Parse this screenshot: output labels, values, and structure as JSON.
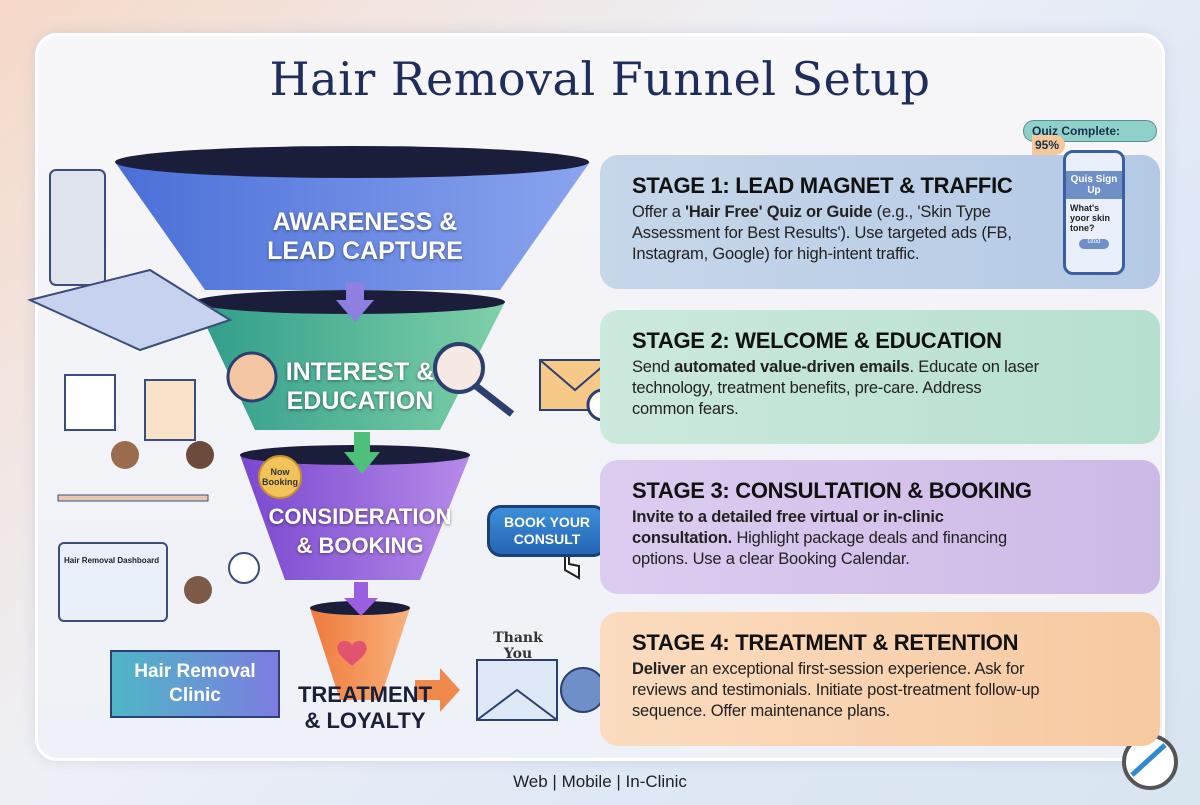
{
  "title": "Hair Removal Funnel Setup",
  "quiz_badge": {
    "label": "Quiz Complete:",
    "value": "95%"
  },
  "phone": {
    "header": "Quis Sign Up",
    "question": "What's yoor skin tone?",
    "button": "Gtod"
  },
  "funnel": [
    {
      "line1": "AWARENESS &",
      "line2": "LEAD CAPTURE",
      "color": "#5b7fe0"
    },
    {
      "line1": "INTEREST &",
      "line2": "EDUCATION",
      "color": "#3fae93"
    },
    {
      "line1": "CONSIDERATION",
      "line2": "& BOOKING",
      "color": "#8a5ad6"
    },
    {
      "line1": "TREATMENT",
      "line2": "& LOYALTY",
      "color": "#f08a4c"
    }
  ],
  "now_booking": "Now Booking",
  "consult_button": "BOOK YOUR CONSULT",
  "thank_you": "Thank You",
  "dashboard_title": "Hair Removal Dashboard",
  "clinic_sign": "Hair Removal Clinic",
  "stages": [
    {
      "title": "STAGE 1: LEAD MAGNET & TRAFFIC",
      "bold": "",
      "lead": "Offer a ",
      "bold_mid": "'Hair Free' Quiz or Guide",
      "rest": " (e.g., 'Skin Type Assessment for Best Results'). Use targeted ads (FB, Instagram, Google) for high-intent traffic."
    },
    {
      "title": "STAGE 2: WELCOME & EDUCATION",
      "lead": "Send ",
      "bold_mid": "automated value-driven emails",
      "rest": ". Educate on laser technology, treatment benefits, pre-care. Address common fears."
    },
    {
      "title": "STAGE 3: CONSULTATION & BOOKING",
      "lead": "",
      "bold_mid": "Invite to a detailed free virtual or in-clinic consultation.",
      "rest": " Highlight package deals and financing options. Use a clear Booking Calendar."
    },
    {
      "title": "STAGE 4: TREATMENT & RETENTION",
      "lead": "",
      "bold_mid": "Deliver",
      "rest": " an exceptional first-session experience. Ask for reviews and testimonials. Initiate post-treatment follow-up sequence. Offer maintenance plans."
    }
  ],
  "footer": "Web | Mobile | In-Clinic"
}
